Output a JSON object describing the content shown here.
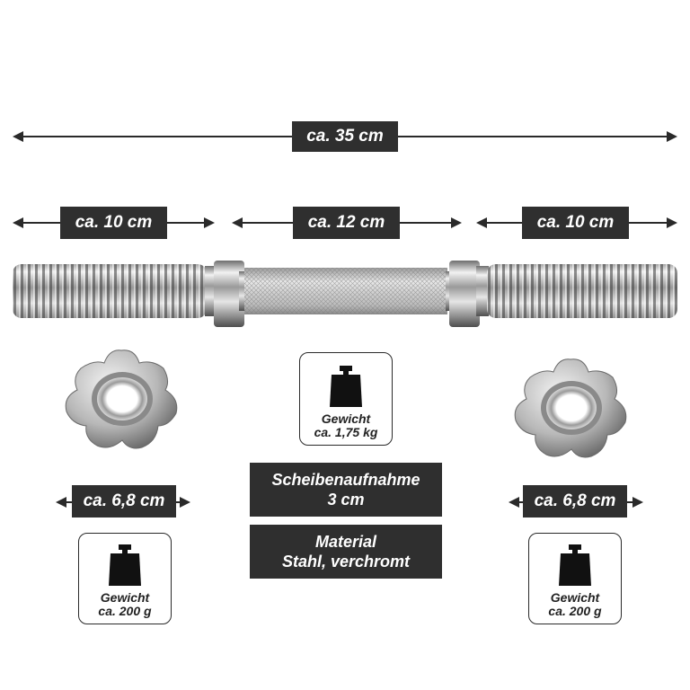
{
  "dimensions": {
    "total": "ca. 35 cm",
    "left_thread": "ca. 10 cm",
    "grip": "ca. 12 cm",
    "right_thread": "ca. 10 cm",
    "left_collar": "ca. 6,8 cm",
    "right_collar": "ca. 6,8 cm"
  },
  "weights": {
    "bar": {
      "label": "Gewicht",
      "value": "ca. 1,75 kg"
    },
    "left_collar": {
      "label": "Gewicht",
      "value": "ca. 200 g"
    },
    "right_collar": {
      "label": "Gewicht",
      "value": "ca. 200 g"
    }
  },
  "specs": {
    "plate_hole": {
      "title": "Scheibenaufnahme",
      "value": "3 cm"
    },
    "material": {
      "title": "Material",
      "value": "Stahl, verchromt"
    }
  },
  "icons": [
    "weight-icon",
    "dumbbell-bar-image",
    "spinlock-collar-image"
  ],
  "colors": {
    "label_bg": "#2f2f2f",
    "label_text": "#ffffff",
    "chrome": "#c8c8c8"
  }
}
